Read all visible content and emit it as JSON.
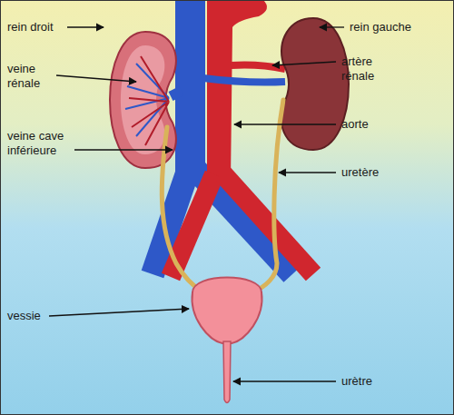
{
  "diagram": {
    "labels": [
      "rein gauche",
      "rein droit",
      "artère rénale",
      "veine rénale",
      "aorte",
      "veine cave inférieure",
      "uretère",
      "vessie",
      "urètre"
    ]
  }
}
